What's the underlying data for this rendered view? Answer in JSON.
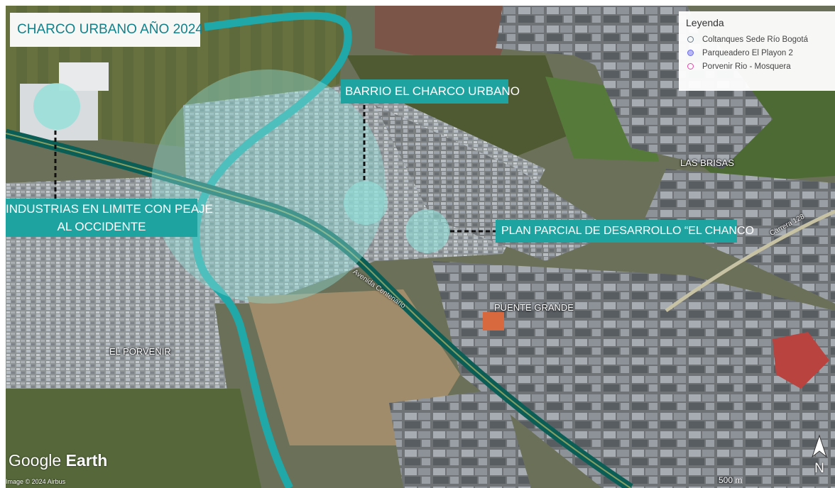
{
  "title": "CHARCO URBANO AÑO 2024",
  "labels": {
    "barrio": "BARRIO EL CHARCO URBANO",
    "industrias_line1": "INDUSTRIAS EN LIMITE CON PEAJE",
    "industrias_line2": "AL OCCIDENTE",
    "plan_parcial": "PLAN PARCIAL DE DESARROLLO “EL CHANCO"
  },
  "place_names": {
    "las_brisas": "LAS BRISAS",
    "puente_grande": "PUENTE GRANDE",
    "el_porvenir": "EL PORVENIR",
    "carrera": "Carrera 128",
    "avenida": "Avenida Centenario"
  },
  "legend": {
    "title": "Leyenda",
    "items": [
      {
        "label": "Coltanques Sede Río Bogotá",
        "color": "#6a7a86"
      },
      {
        "label": "Parqueadero El Playon 2",
        "color": "#6a6af0"
      },
      {
        "label": "Porvenir Rio - Mosquera",
        "color": "#e04aa8"
      }
    ]
  },
  "footer": {
    "logo_regular": "Google",
    "logo_bold": "Earth",
    "credit": "Image © 2024 Airbus",
    "scale": "500 m",
    "north": "N"
  },
  "colors": {
    "river": "#20a7a7",
    "road": "#0b5e55",
    "label_bg": "#1fa3a0",
    "title_text": "#14808a",
    "highlight_circle": "#8fe0d8"
  }
}
